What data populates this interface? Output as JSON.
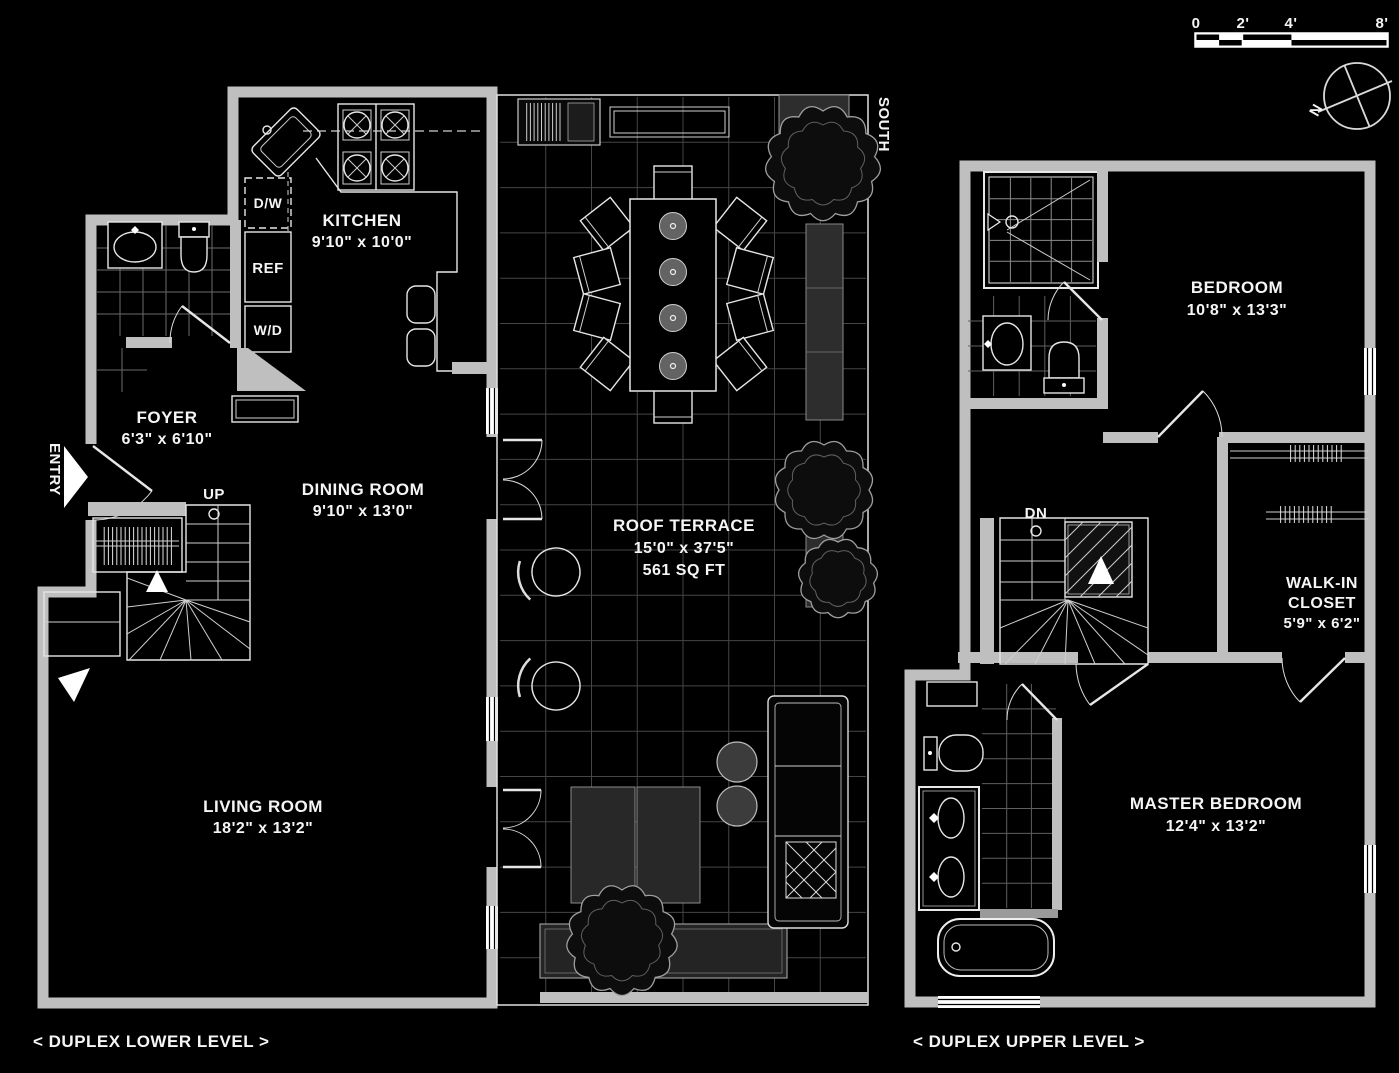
{
  "colors": {
    "background": "#000000",
    "wall_gray": "#bfbfbf",
    "line_white": "#e6e6e6",
    "text_white": "#f5f5f5",
    "tile_gray": "#5f5f5f",
    "terrace_grid": "#454545"
  },
  "scale_bar": {
    "ticks": [
      "0",
      "2'",
      "4'",
      "8'"
    ]
  },
  "compass": {
    "north": "N"
  },
  "lower_level": {
    "caption": "< DUPLEX LOWER LEVEL >",
    "entry": "ENTRY",
    "stairs": "UP",
    "kitchen_name": "KITCHEN",
    "kitchen_dims": "9'10\" x 10'0\"",
    "foyer_name": "FOYER",
    "foyer_dims": "6'3\" x 6'10\"",
    "dining_name": "DINING ROOM",
    "dining_dims": "9'10\" x 13'0\"",
    "living_name": "LIVING ROOM",
    "living_dims": "18'2\" x 13'2\"",
    "appliance_dw": "D/W",
    "appliance_ref": "REF",
    "appliance_wd": "W/D"
  },
  "terrace": {
    "name": "ROOF TERRACE",
    "dims": "15'0\" x 37'5\"",
    "area": "561 SQ FT",
    "orientation": "SOUTH"
  },
  "upper_level": {
    "caption": "< DUPLEX UPPER LEVEL >",
    "stairs": "DN",
    "bedroom_name": "BEDROOM",
    "bedroom_dims": "10'8\" x 13'3\"",
    "closet_line1": "WALK-IN",
    "closet_line2": "CLOSET",
    "closet_dims": "5'9\" x 6'2\"",
    "master_name": "MASTER BEDROOM",
    "master_dims": "12'4\" x 13'2\""
  }
}
